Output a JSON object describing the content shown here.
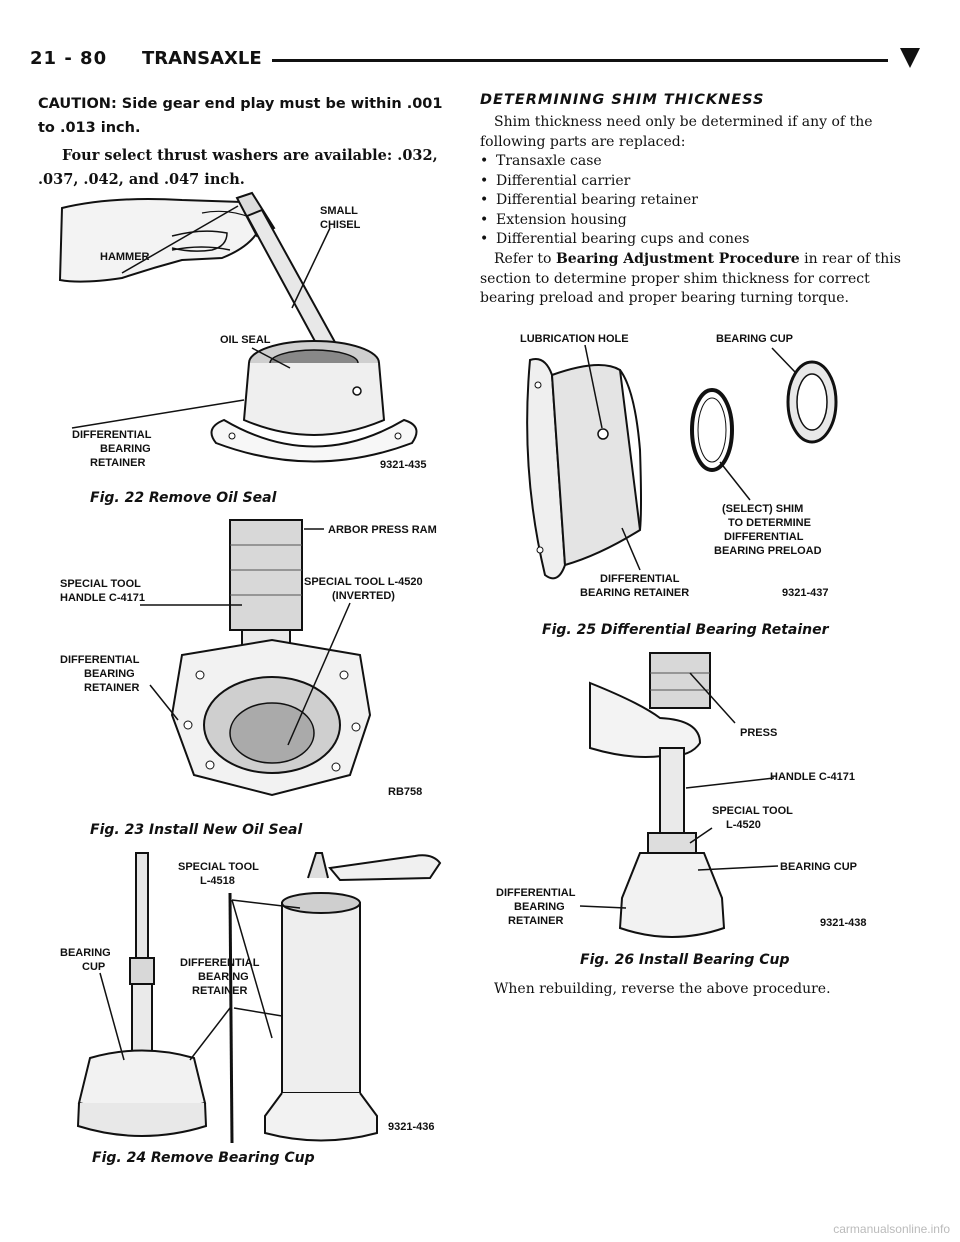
{
  "header": {
    "page_number": "21 - 80",
    "section_title": "TRANSAXLE"
  },
  "left": {
    "caution": "CAUTION: Side gear end play must be within .001 to .013 inch.",
    "washers": "Four select thrust washers are available: .032, .037, .042, and .047 inch."
  },
  "fig22": {
    "caption": "Fig. 22 Remove Oil Seal",
    "labels": {
      "hammer": "HAMMER",
      "small": "SMALL",
      "chisel": "CHISEL",
      "oil_seal": "OIL SEAL",
      "diff1": "DIFFERENTIAL",
      "diff2": "BEARING",
      "diff3": "RETAINER",
      "code": "9321-435"
    }
  },
  "fig23": {
    "caption": "Fig. 23 Install New Oil Seal",
    "labels": {
      "arbor": "ARBOR PRESS RAM",
      "st1": "SPECIAL TOOL",
      "st2": "HANDLE C-4171",
      "l4520a": "SPECIAL TOOL L-4520",
      "l4520b": "(INVERTED)",
      "diff1": "DIFFERENTIAL",
      "diff2": "BEARING",
      "diff3": "RETAINER",
      "code": "RB758"
    }
  },
  "fig24": {
    "caption": "Fig. 24 Remove Bearing Cup",
    "labels": {
      "st1": "SPECIAL TOOL",
      "st2": "L-4518",
      "bc1": "BEARING",
      "bc2": "CUP",
      "diff1": "DIFFERENTIAL",
      "diff2": "BEARING",
      "diff3": "RETAINER",
      "code": "9321-436"
    }
  },
  "right": {
    "section_heading": "DETERMINING SHIM THICKNESS",
    "intro": "Shim thickness need only be determined if any of the following parts are replaced:",
    "bullets": [
      "Transaxle case",
      "Differential carrier",
      "Differential bearing retainer",
      "Extension housing",
      "Differential bearing cups and cones"
    ],
    "refer_prefix": "Refer to ",
    "refer_bold": "Bearing Adjustment Procedure",
    "refer_suffix": " in rear of this section to determine proper shim thickness for correct bearing preload and proper bearing turning torque.",
    "closing": "When rebuilding, reverse the above procedure."
  },
  "fig25": {
    "caption": "Fig. 25 Differential Bearing Retainer",
    "labels": {
      "lub": "LUBRICATION HOLE",
      "cup": "BEARING CUP",
      "s1": "(SELECT) SHIM",
      "s2": "TO DETERMINE",
      "s3": "DIFFERENTIAL",
      "s4": "BEARING PRELOAD",
      "d1": "DIFFERENTIAL",
      "d2": "BEARING RETAINER",
      "code": "9321-437"
    }
  },
  "fig26": {
    "caption": "Fig. 26 Install Bearing Cup",
    "labels": {
      "press": "PRESS",
      "handle": "HANDLE C-4171",
      "st1": "SPECIAL TOOL",
      "st2": "L-4520",
      "cup": "BEARING CUP",
      "d1": "DIFFERENTIAL",
      "d2": "BEARING",
      "d3": "RETAINER",
      "code": "9321-438"
    }
  },
  "watermark": "carmanualsonline.info"
}
